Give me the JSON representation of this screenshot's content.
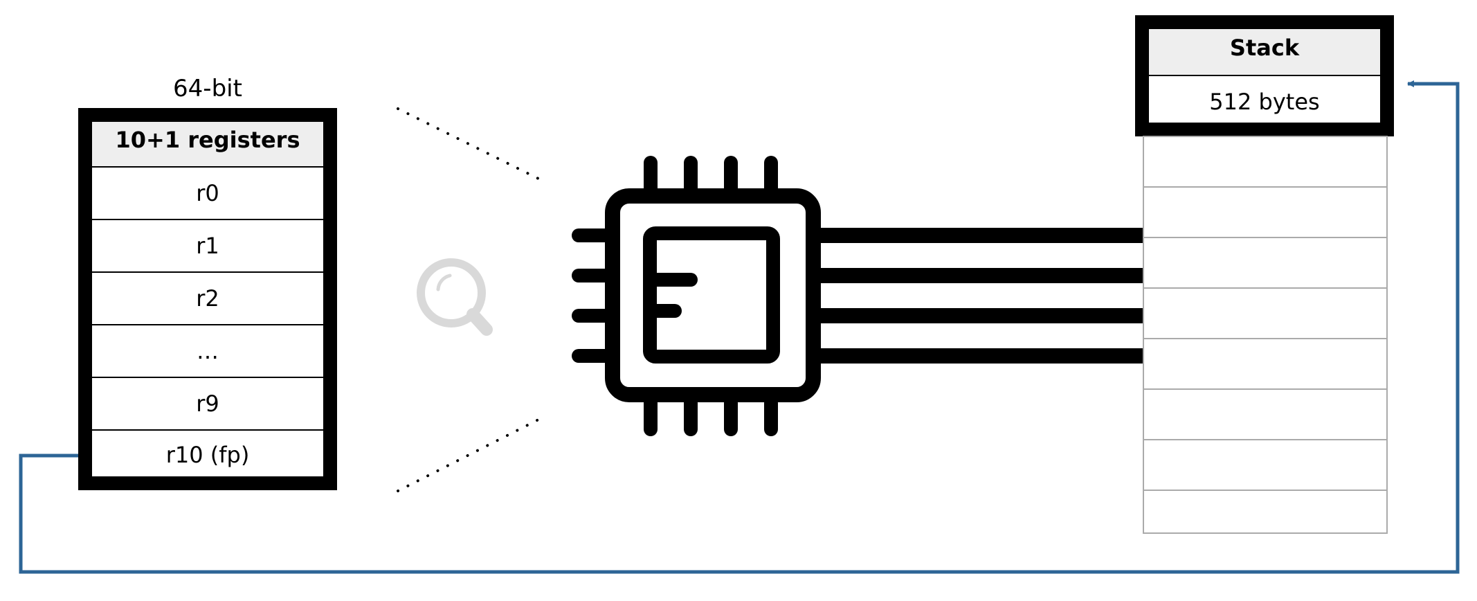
{
  "registers": {
    "top_label": "64-bit",
    "header": "10+1 registers",
    "rows": [
      "r0",
      "r1",
      "r2",
      "…",
      "r9",
      "r10 (fp)"
    ]
  },
  "stack": {
    "header": "Stack",
    "size": "512 bytes",
    "slot_count": 8
  },
  "icons": {
    "magnifier": "magnifier-icon",
    "cpu": "cpu-chip-icon"
  },
  "colors": {
    "border": "#000000",
    "header_fill": "#eeeeee",
    "arrow": "#2d6596",
    "magnifier": "#d9d9d9",
    "stack_slot_border": "#aaaaaa"
  }
}
